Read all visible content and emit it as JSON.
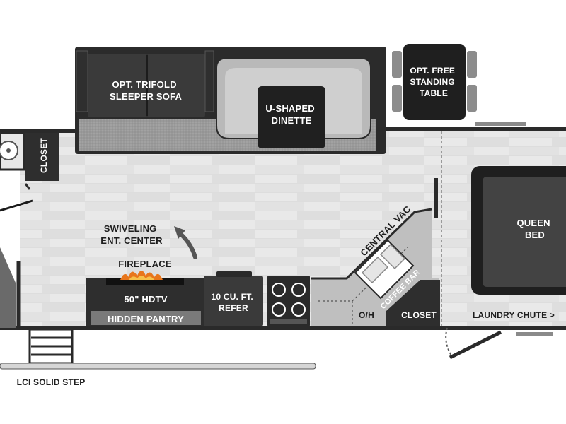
{
  "labels": {
    "sofa": [
      "OPT. TRIFOLD",
      "SLEEPER SOFA"
    ],
    "dinette": [
      "U-SHAPED",
      "DINETTE"
    ],
    "table": [
      "OPT. FREE",
      "STANDING",
      "TABLE"
    ],
    "closet_left": "CLOSET",
    "queen_bed": [
      "QUEEN",
      "BED"
    ],
    "swivel": [
      "SWIVELING",
      "ENT. CENTER"
    ],
    "fireplace": "FIREPLACE",
    "hdtv": "50\" HDTV",
    "pantry": "HIDDEN PANTRY",
    "refer": [
      "10 CU. FT.",
      "REFER"
    ],
    "central_vac": "CENTRAL VAC",
    "coffee_bar": "COFFEE BAR",
    "oh": "O/H",
    "closet_right": "CLOSET",
    "laundry": "LAUNDRY CHUTE >",
    "step": "LCI SOLID STEP"
  },
  "colors": {
    "wall": "#2a2a2a",
    "floor": "#e6e6e6",
    "dark_furniture": "#2e2e2e",
    "medium_furniture": "#555555",
    "light_cushion": "#bdbdbd",
    "accent_flame": "#e8761c"
  }
}
